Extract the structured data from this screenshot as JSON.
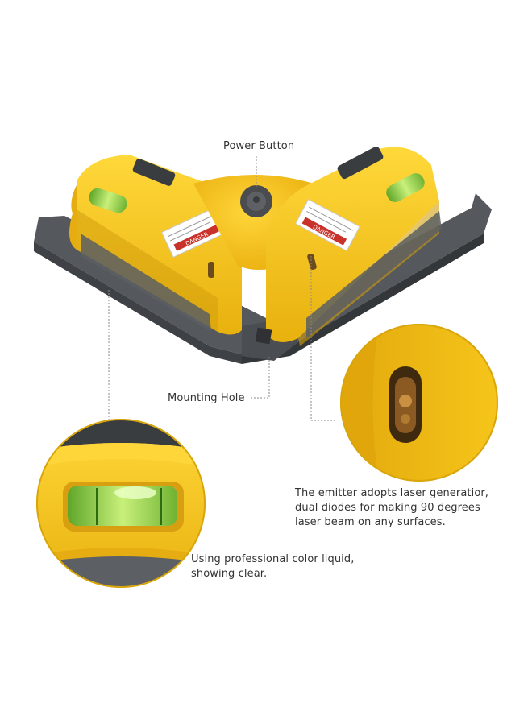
{
  "labels": {
    "power_button": "Power Button",
    "mounting_hole": "Mounting Hole",
    "emitter_lines": [
      "The emitter adopts laser generatior,",
      "dual diodes for making 90 degrees",
      "laser beam on any surfaces."
    ],
    "liquid_lines": [
      "Using professional color liquid,",
      "showing clear."
    ]
  },
  "sticker_text": {
    "left": "DANGER",
    "right": "DANGER"
  },
  "colors": {
    "body_yellow": "#f5c518",
    "body_shadow": "#d9a80f",
    "base_gray": "#5c5f63",
    "base_dark": "#3e4145",
    "vial_green": "#9fd64a",
    "sticker_red": "#c8322a",
    "leader_line": "#8a8a8a"
  }
}
